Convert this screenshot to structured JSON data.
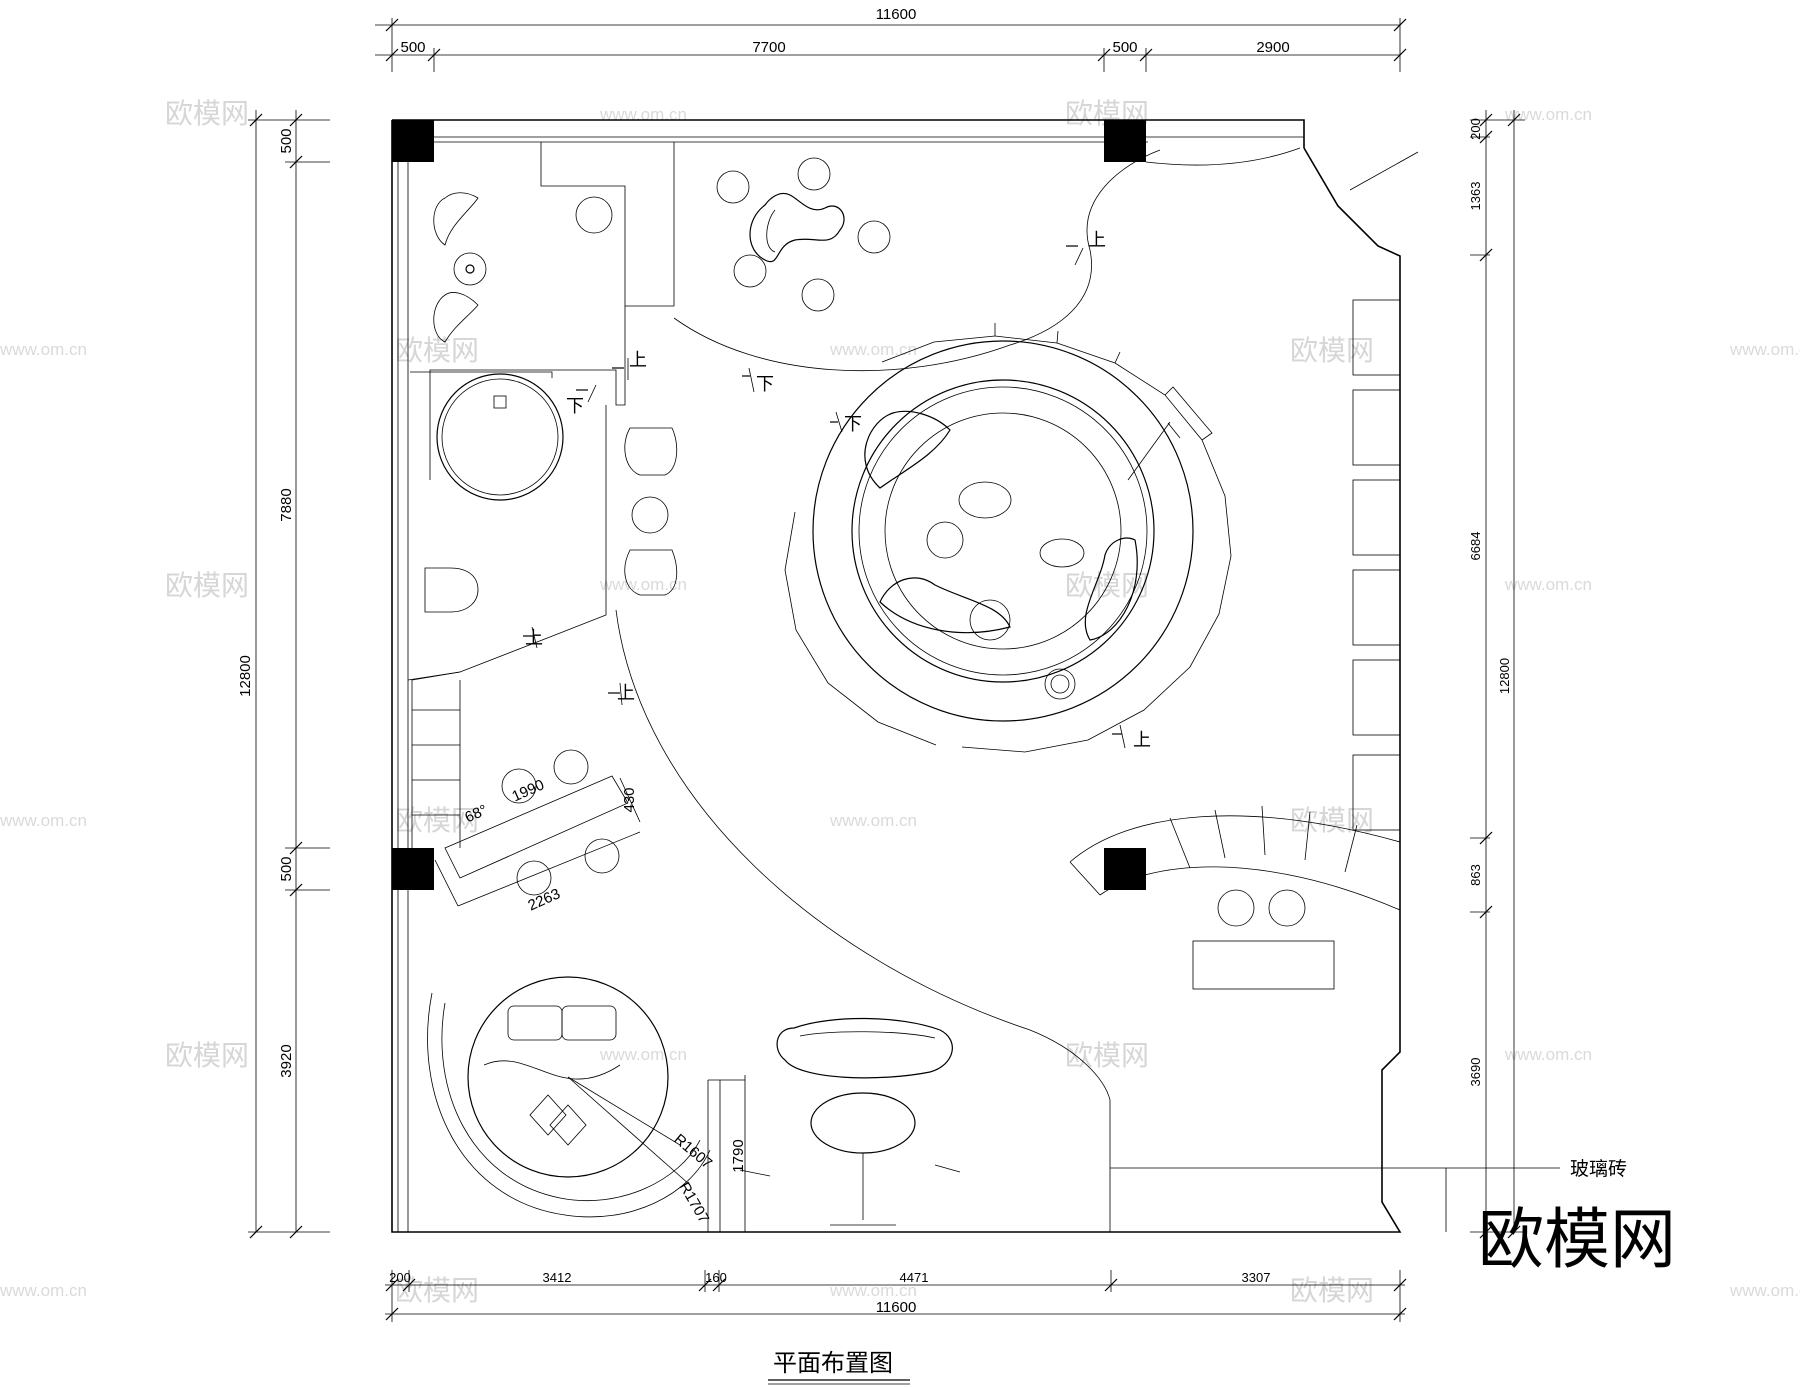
{
  "drawing": {
    "title": "平面布置图",
    "material_label": "玻璃砖"
  },
  "dimensions": {
    "top_total": "11600",
    "top_segments": [
      "500",
      "7700",
      "500",
      "2900"
    ],
    "bottom_total": "11600",
    "bottom_segments": [
      "200",
      "3412",
      "160",
      "4471",
      "3307"
    ],
    "left_total": "12800",
    "left_segments": [
      "500",
      "7880",
      "500",
      "3920"
    ],
    "right_total": "12800",
    "right_segments": [
      "200",
      "1363",
      "6684",
      "863",
      "3690"
    ],
    "inner": {
      "bar_length_a": "1990",
      "bar_depth": "430",
      "bar_angle": "68°",
      "bar_length_b": "2263",
      "radius_inner": "R1607",
      "radius_outer": "R1707",
      "door_width": "1790"
    }
  },
  "level_marks": {
    "up": "上",
    "down": "下"
  },
  "watermark": {
    "brand": "欧模网",
    "url": "www.om.cn"
  }
}
